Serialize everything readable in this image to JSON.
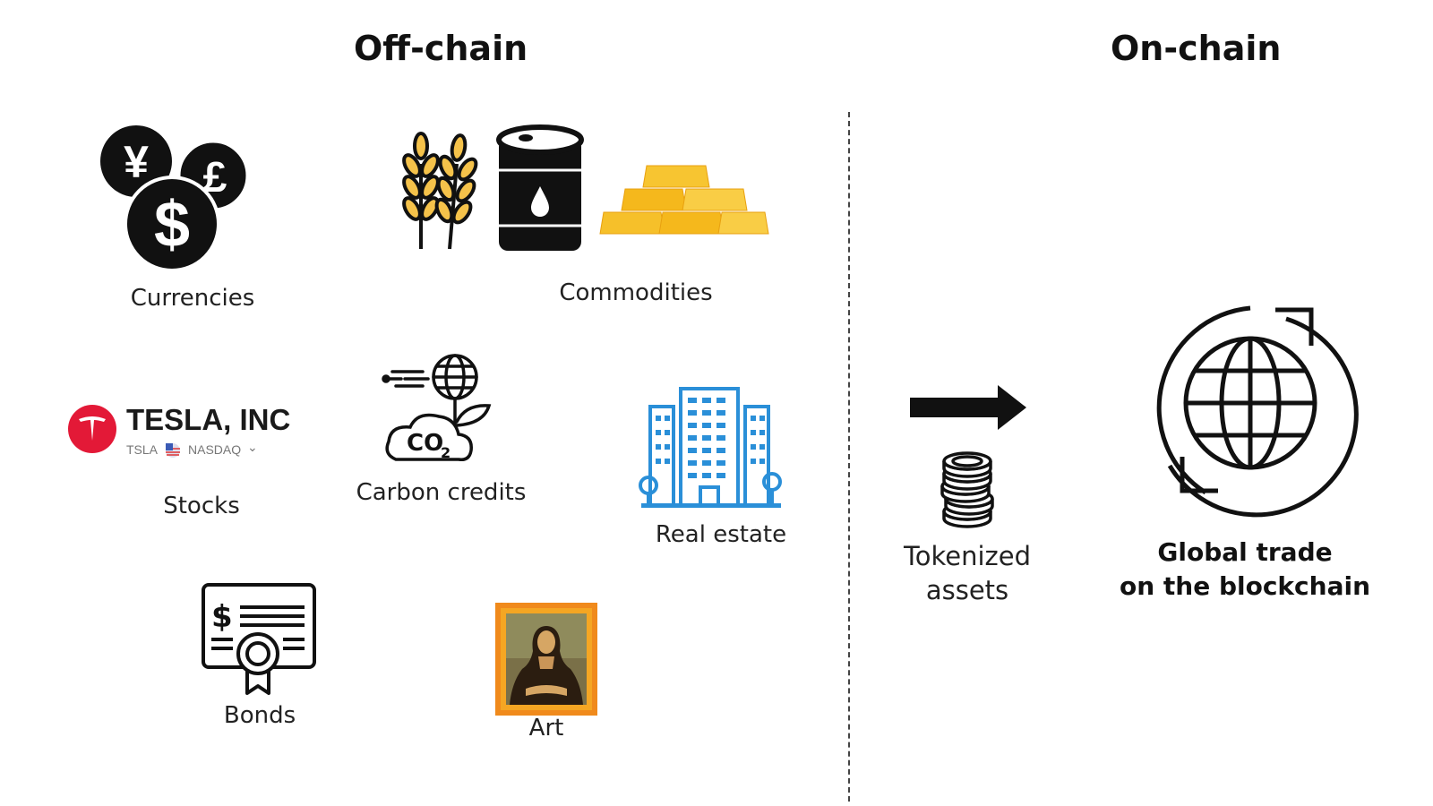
{
  "headings": {
    "off_chain": "Off-chain",
    "on_chain": "On-chain"
  },
  "assets": {
    "currencies": {
      "label": "Currencies",
      "icons": [
        "yen-coin-icon",
        "pound-coin-icon",
        "dollar-coin-icon"
      ]
    },
    "commodities": {
      "label": "Commodities",
      "icons": [
        "wheat-icon",
        "oil-barrel-icon",
        "gold-bars-icon"
      ]
    },
    "stocks": {
      "label": "Stocks",
      "company": "TESLA, INC",
      "ticker": "TSLA",
      "exchange": "NASDAQ",
      "logo_color": "#e31937"
    },
    "carbon_credits": {
      "label": "Carbon credits",
      "co2_text": "CO",
      "co2_sub": "2"
    },
    "real_estate": {
      "label": "Real estate",
      "icon": "building-icon"
    },
    "bonds": {
      "label": "Bonds",
      "icon": "bond-certificate-icon",
      "symbol": "$"
    },
    "art": {
      "label": "Art",
      "icon": "painting-icon"
    }
  },
  "on_chain": {
    "tokenized": {
      "line1": "Tokenized",
      "line2": "assets"
    },
    "global": {
      "line1": "Global trade",
      "line2": "on the blockchain"
    }
  },
  "colors": {
    "black": "#111111",
    "building_blue": "#2a8fd8",
    "gold": "#f5b81c",
    "frame_orange": "#f08a1c",
    "tesla_red": "#e31937"
  }
}
